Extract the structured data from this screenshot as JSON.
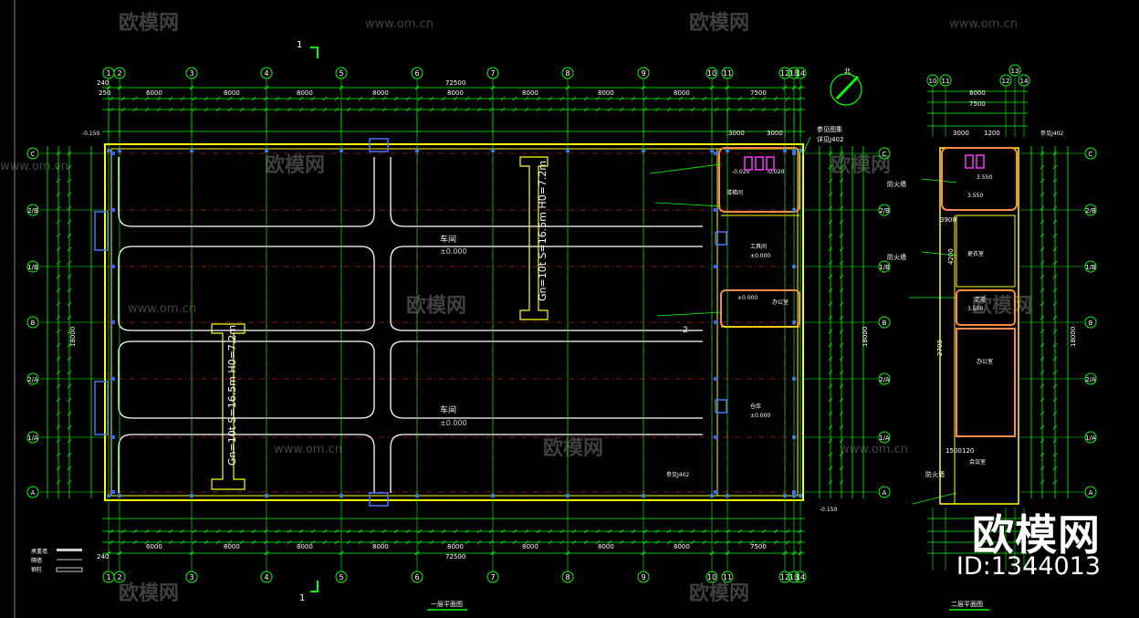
{
  "drawing": {
    "main_title": "一层平面图",
    "side_title": "二层平面图",
    "section_mark": "1",
    "section_mark_bottom": "1",
    "section_mark_2": "2",
    "north_mark": "北"
  },
  "dimensions": {
    "total_width": "72500",
    "total_width_bottom": "72500",
    "bay": "8000",
    "end_bay": "7500",
    "edge": "240",
    "edge_small": "250",
    "first_bay": "6000",
    "stair_bay": "3000",
    "height_total": "18000",
    "side_total": "8000",
    "side_bay": "7500",
    "side_top": "3000",
    "side_top2": "1200",
    "side_h1": "3900",
    "side_h2": "4200",
    "side_h3": "2700",
    "side_h4": "1500",
    "side_h5": "120"
  },
  "axes": {
    "columns": [
      "1",
      "2",
      "3",
      "4",
      "5",
      "6",
      "7",
      "8",
      "9",
      "10",
      "11",
      "12",
      "13",
      "14"
    ],
    "rows": [
      "C",
      "2/B",
      "1/B",
      "B",
      "2/A",
      "1/A",
      "A"
    ],
    "side_columns": [
      "10",
      "11",
      "12",
      "13",
      "14"
    ]
  },
  "labels": {
    "workshop_1": "车间",
    "workshop_1_elev": "±0.000",
    "workshop_2": "车间",
    "workshop_2_elev": "±0.000",
    "crane_1": "Gn=10t  S=16.5m  H0=7.2m",
    "crane_2": "Gn=10t  S=16.5m  H0=7.2m",
    "elev_out_1": "-0.150",
    "elev_out_2": "-0.150",
    "elev_wc": "-0.020",
    "elev_wc2": "-0.020",
    "room_tool": "工具间",
    "room_tool_elev": "±0.000",
    "room_office": "办公室",
    "room_stair": "楼梯间",
    "room_store": "仓库",
    "room_store_elev": "±0.000",
    "room_corr": "走道",
    "room_elev": "±0.000",
    "detail_ref": "详见J402",
    "detail_ref2": "参见J402",
    "firewall": "防火墙",
    "firewall_2": "防火墙",
    "firewall_3": "防火墙",
    "note_1": "参见图集",
    "note_2": "参见J402",
    "side_elev1": "3.550",
    "side_elev2": "3.550",
    "side_elev3": "3.550",
    "side_room1": "更衣室",
    "side_room2": "办公室",
    "side_room3": "会议室",
    "legend_1": "承重墙",
    "legend_2": "隔墙",
    "legend_3": "钢柱",
    "site_label": "www.om.cn",
    "site_label_2": "www.om.cn",
    "site_label_3": "www.om.cn",
    "site_label_4": "www.om.cn",
    "site_label_5": "www.om.cn",
    "site_label_6": "www.om.cn",
    "brand_small": "欧模网",
    "brand_small_2": "欧模网",
    "brand_small_3": "欧模网",
    "brand_small_4": "欧模网",
    "brand_small_5": "欧模网",
    "brand_small_6": "欧模网",
    "brand_small_7": "欧模网",
    "brand_small_8": "欧模网",
    "brand_small_9": "欧模网"
  },
  "watermark": {
    "brand": "欧模网",
    "id": "ID:1344013"
  },
  "colors": {
    "axis": "#00ff00",
    "wall": "#ffff00",
    "grid": "#ff3333",
    "column": "#3366ff",
    "lane": "#ffffff",
    "room": "#ff8844",
    "text": "#ffffff"
  }
}
